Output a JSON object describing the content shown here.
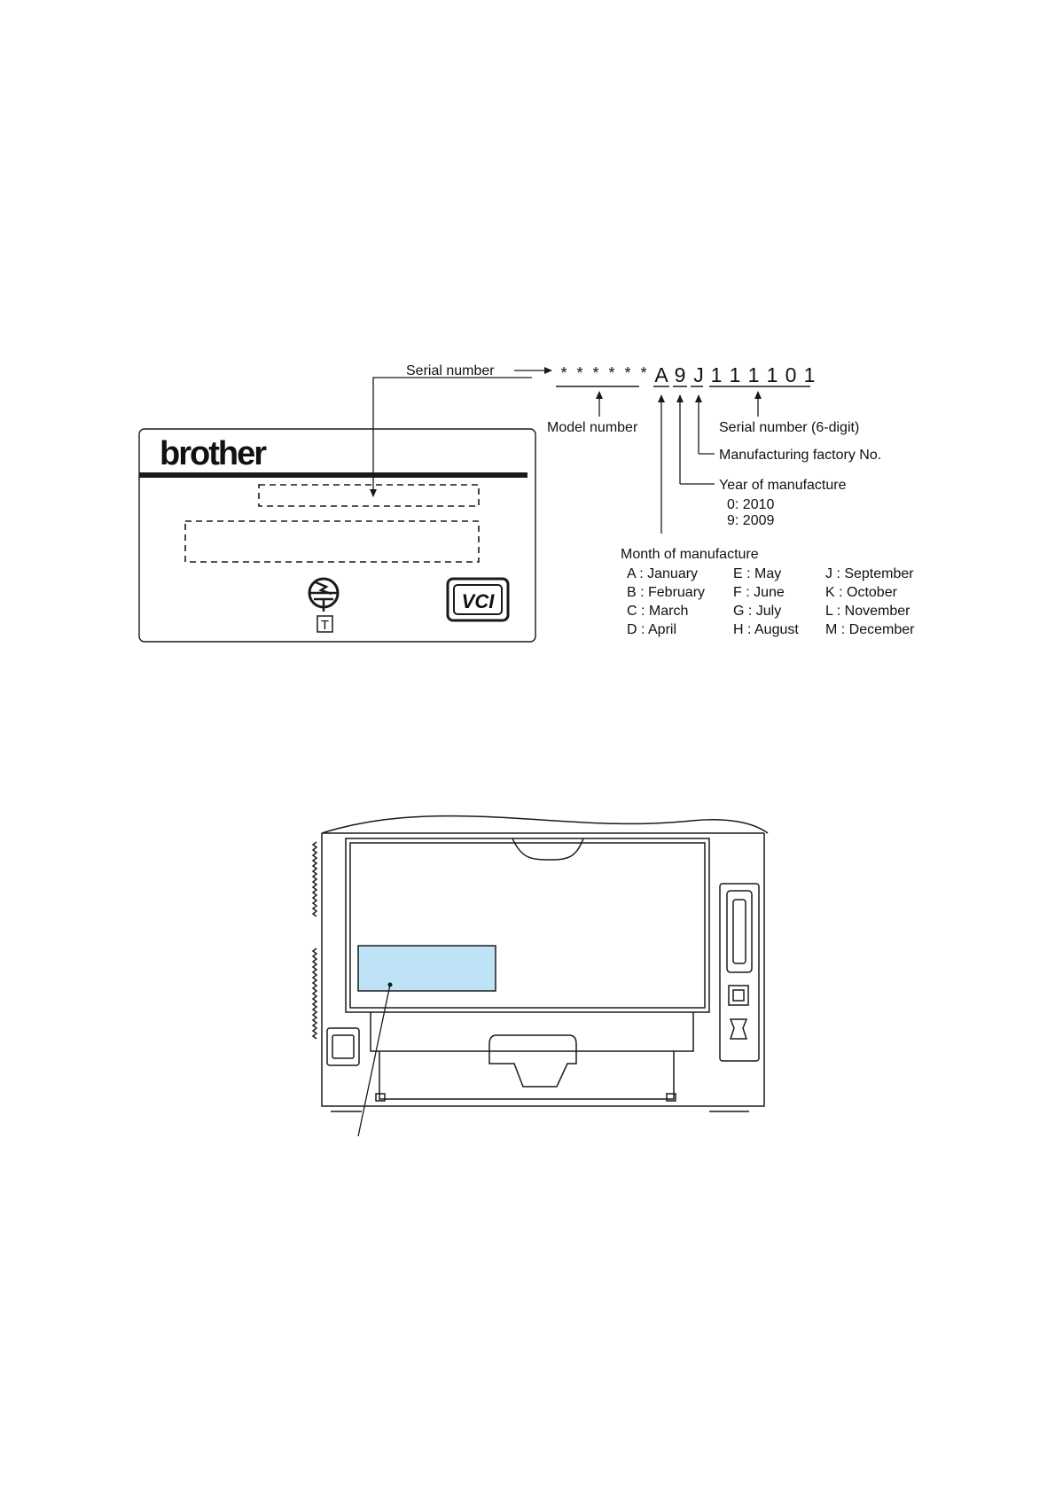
{
  "label_diagram": {
    "brand_logo": "brother",
    "serial_number_label": "Serial number",
    "code_chars": [
      "*",
      "*",
      "*",
      "*",
      "*",
      "*",
      "A",
      "9",
      "J",
      "1",
      "1",
      "1",
      "1",
      "0",
      "1"
    ],
    "model_number_label": "Model number",
    "serial_6digit_label": "Serial number (6-digit)",
    "factory_label": "Manufacturing factory No.",
    "year_label": "Year of manufacture",
    "year_codes": [
      "0: 2010",
      "9: 2009"
    ],
    "month_label": "Month of manufacture",
    "month_codes": [
      [
        "A : January",
        "E : May",
        "J  : September"
      ],
      [
        "B : February",
        "F : June",
        "K : October"
      ],
      [
        "C : March",
        "G : July",
        "L  : November"
      ],
      [
        "D : April",
        "H : August",
        "M : December"
      ]
    ],
    "t_mark": "T",
    "vci_mark": "VCI"
  },
  "colors": {
    "line": "#1a1a1a",
    "label_highlight": "#bfe3f6"
  }
}
